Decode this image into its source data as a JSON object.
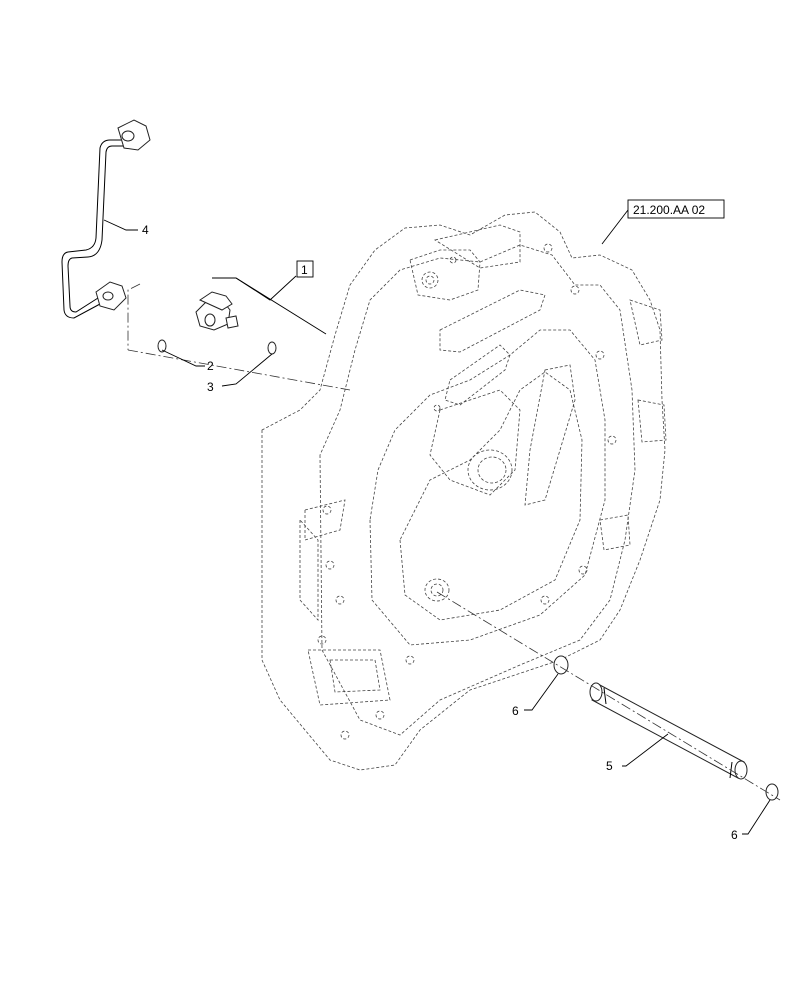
{
  "reference": {
    "text": "21.200.AA 02"
  },
  "callouts": {
    "item1": "1",
    "item2": "2",
    "item3": "3",
    "item4": "4",
    "item5": "5",
    "item6a": "6",
    "item6b": "6"
  }
}
